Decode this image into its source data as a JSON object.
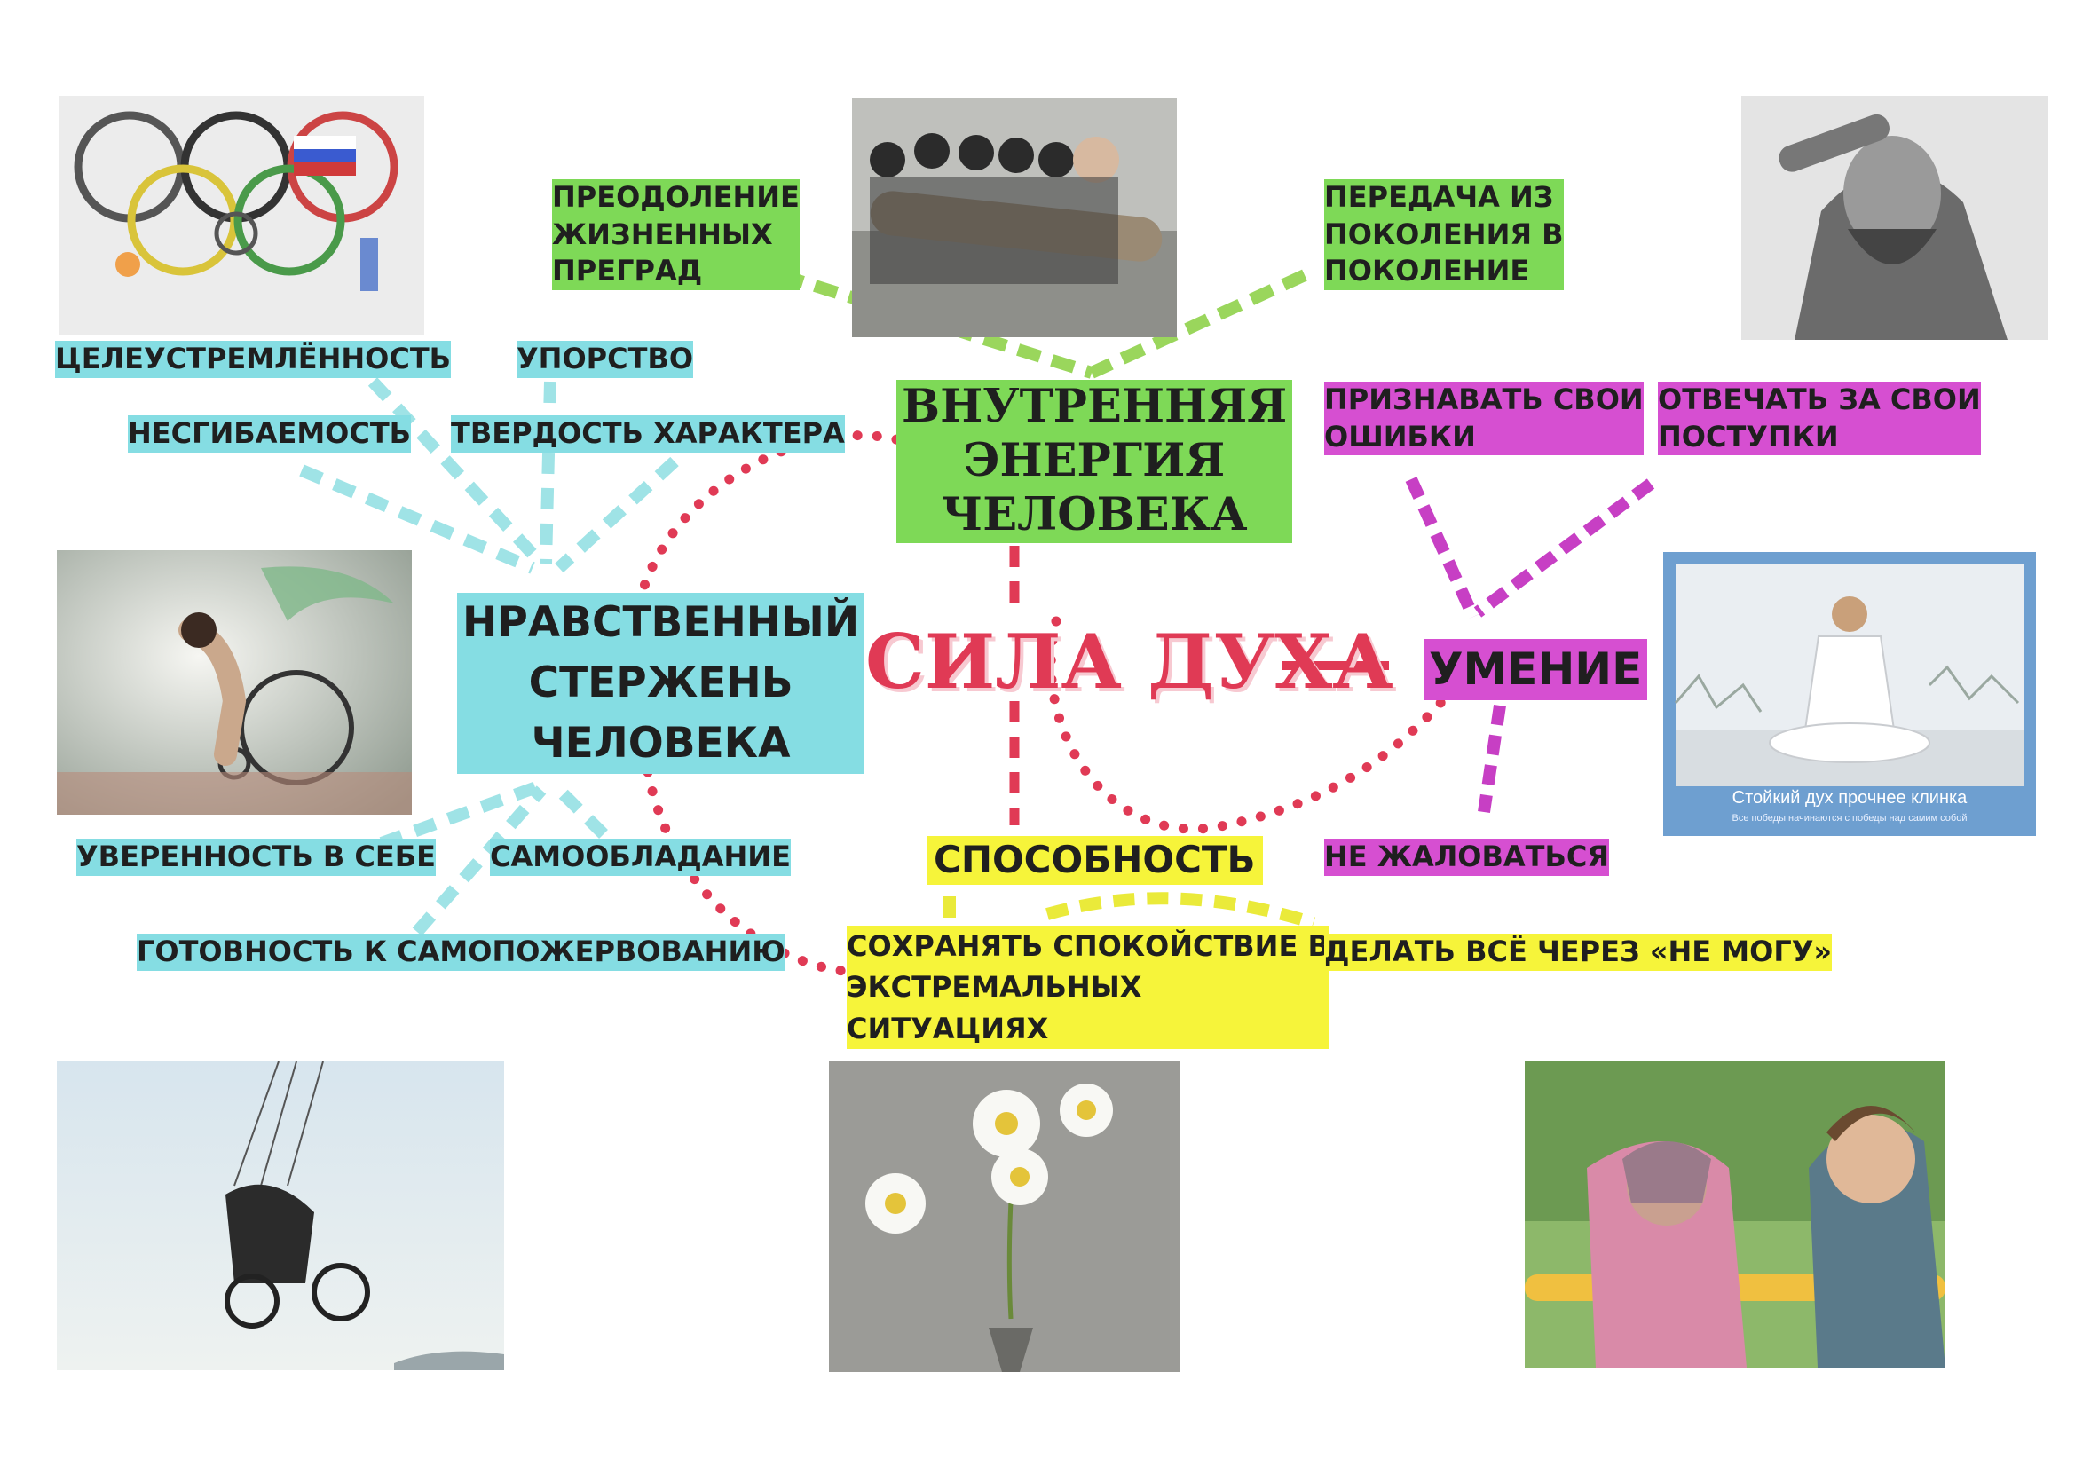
{
  "center": {
    "title": "СИЛА ДУХА"
  },
  "nodes": {
    "moral_core": "НРАВСТВЕННЫЙ\nСТЕРЖЕНЬ\nЧЕЛОВЕКА",
    "inner_energy": "ВНУТРЕННЯЯ\nЭНЕРГИЯ\nЧЕЛОВЕКА",
    "skill": "УМЕНИЕ",
    "ability": "СПОСОБНОСТЬ"
  },
  "cyan_labels": {
    "purposefulness": "ЦЕЛЕУСТРЕМЛЁННОСТЬ",
    "persistence": "УПОРСТВО",
    "inflexibility": "НЕСГИБАЕМОСТЬ",
    "firmness": "ТВЕРДОСТЬ ХАРАКТЕРА",
    "confidence": "УВЕРЕННОСТЬ В СЕБЕ",
    "self_control": "САМООБЛАДАНИЕ",
    "self_sacrifice": "ГОТОВНОСТЬ К САМОПОЖЕРВОВАНИЮ"
  },
  "green_labels": {
    "overcoming": "ПРЕОДОЛЕНИЕ\nЖИЗНЕННЫХ\nПРЕГРАД",
    "transmission": "ПЕРЕДАЧА ИЗ\nПОКОЛЕНИЯ В\nПОКОЛЕНИЕ"
  },
  "magenta_labels": {
    "admit_mistakes": "ПРИЗНАВАТЬ СВОИ\nОШИБКИ",
    "answer_for_actions": "ОТВЕЧАТЬ ЗА СВОИ\nПОСТУПКИ",
    "not_complain": "НЕ ЖАЛОВАТЬСЯ"
  },
  "yellow_labels": {
    "stay_calm": "СОХРАНЯТЬ СПОКОЙСТВИЕ В\nЭКСТРЕМАЛЬНЫХ\nСИТУАЦИЯХ",
    "do_despite": "ДЕЛАТЬ ВСЁ ЧЕРЕЗ «НЕ МОГУ»"
  },
  "photo_captions": {
    "meditation_main": "Стойкий дух прочнее клинка",
    "meditation_sub": "Все победы начинаются с победы над самим собой"
  },
  "colors": {
    "red": "#e03a55",
    "cyan": "#85dde3",
    "green": "#7ed957",
    "magenta": "#d64fd1",
    "yellow": "#f6f43a",
    "green_dash": "#9ad65c",
    "magenta_dash": "#c73fc4",
    "yellow_dash": "#eaea3a",
    "cyan_dash": "#9fe3e6"
  },
  "icons": {
    "olympic": "olympic-rings-drawing",
    "log": "soldiers-log-photo",
    "hero": "warrior-statue-photo",
    "wheelchair": "wheelchair-woman-painting",
    "meditation": "meditating-woman-photo",
    "paraglider": "paraglider-photo",
    "flower": "chamomile-asphalt-photo",
    "elderly": "elderly-exercise-photo"
  }
}
